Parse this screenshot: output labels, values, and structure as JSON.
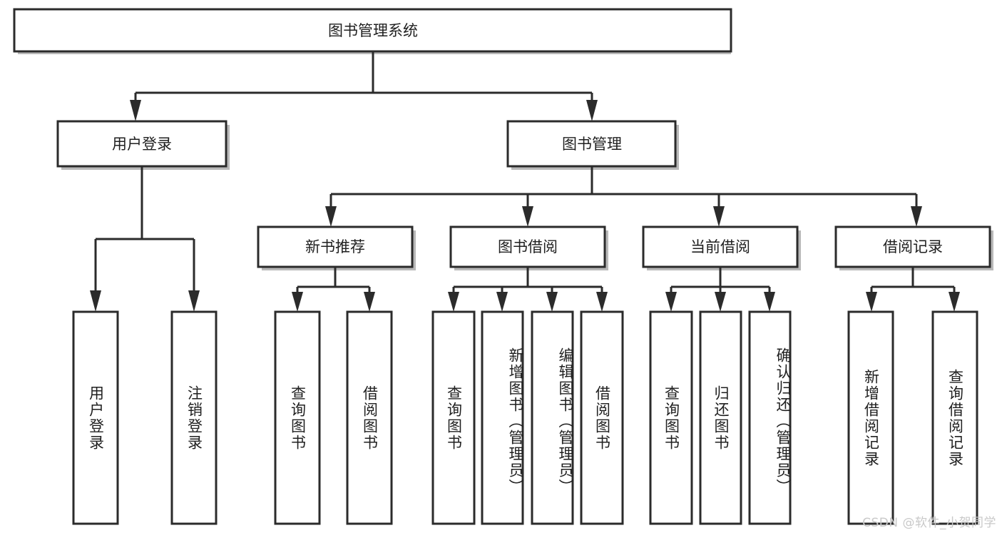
{
  "diagram": {
    "title": "图书管理系统",
    "type": "tree-hierarchy-chart",
    "background_color": "#ffffff",
    "box_border_color": "#2b2b2b",
    "box_fill_color": "#ffffff",
    "text_color": "#1f1f1f",
    "watermark": "CSDN @软件_小贺同学",
    "nodes": {
      "root": "图书管理系统",
      "level2": {
        "user_login": "用户登录",
        "book_manage": "图书管理"
      },
      "level3": {
        "new_book_rec": "新书推荐",
        "book_borrow": "图书借阅",
        "current_borrow": "当前借阅",
        "borrow_record": "借阅记录"
      },
      "leaves": {
        "login_group": [
          "用户登录",
          "注销登录"
        ],
        "new_book_group": [
          "查询图书",
          "借阅图书"
        ],
        "borrow_group": [
          "查询图书",
          "新增图书（管理员）",
          "编辑图书（管理员）",
          "借阅图书"
        ],
        "current_group": [
          "查询图书",
          "归还图书",
          "确认归还（管理员）"
        ],
        "record_group": [
          "新增借阅记录",
          "查询借阅记录"
        ]
      }
    }
  }
}
